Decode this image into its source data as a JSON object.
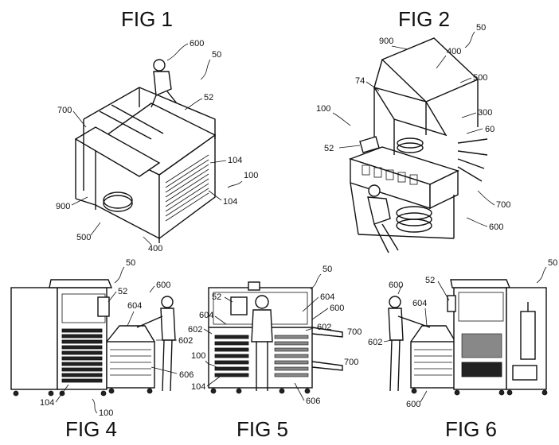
{
  "figures": {
    "fig1": {
      "title": "FIG 1",
      "refs": {
        "r600": "600",
        "r50": "50",
        "r52": "52",
        "r700": "700",
        "r104a": "104",
        "r100": "100",
        "r104b": "104",
        "r900": "900",
        "r500": "500",
        "r400": "400"
      }
    },
    "fig2": {
      "title": "FIG 2",
      "refs": {
        "r50": "50",
        "r900": "900",
        "r400": "400",
        "r74": "74",
        "r500": "500",
        "r100": "100",
        "r300": "300",
        "r60": "60",
        "r52": "52",
        "r700": "700",
        "r600": "600"
      }
    },
    "fig4": {
      "title": "FIG 4",
      "refs": {
        "r50": "50",
        "r52": "52",
        "r600": "600",
        "r604": "604",
        "r602": "602",
        "r606": "606",
        "r104": "104",
        "r100": "100"
      }
    },
    "fig5": {
      "title": "FIG 5",
      "refs": {
        "r50": "50",
        "r52": "52",
        "r604a": "604",
        "r604b": "604",
        "r600": "600",
        "r602a": "602",
        "r602b": "602",
        "r700a": "700",
        "r700b": "700",
        "r100": "100",
        "r104": "104",
        "r606": "606"
      }
    },
    "fig6": {
      "title": "FIG 6",
      "refs": {
        "r50": "50",
        "r600": "600",
        "r52": "52",
        "r604": "604",
        "r602": "602",
        "r600b": "600"
      }
    }
  }
}
